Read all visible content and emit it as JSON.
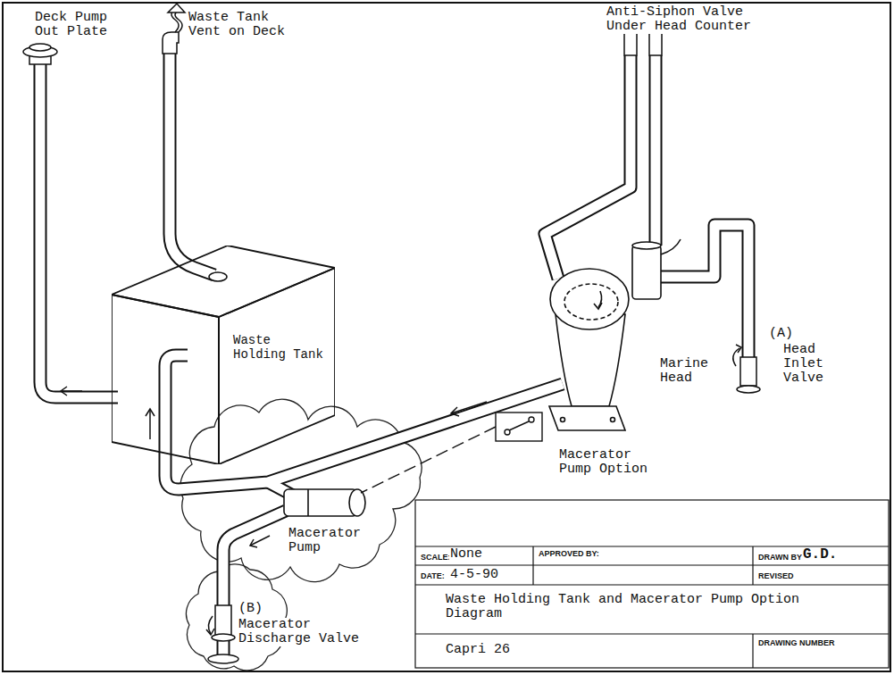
{
  "diagram": {
    "title": "Waste Holding Tank and Macerator Pump Option Diagram",
    "nodes": [
      {
        "text": [
          "Waste Holding Tank"
        ]
      }
    ],
    "labels": [
      "Deck Pump Out Plate",
      "Waste Tank Vent on Deck",
      "Anti-Siphon Valve Under Head Counter",
      "(A)",
      "Head Inlet Valve",
      "Marine Head",
      "Macerator Pump Option",
      "Macerator Pump",
      "(B)",
      "Macerator Discharge Valve",
      "SCALE:",
      "None",
      "APPROVED BY:",
      "DRAWN BY",
      "G.D.",
      "DATE:",
      "4-5-90",
      "REVISED",
      "Capri 26",
      "DRAWING NUMBER"
    ]
  }
}
